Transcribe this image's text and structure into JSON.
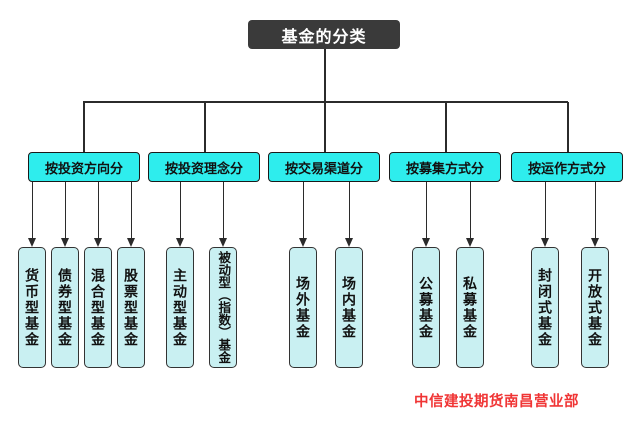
{
  "root": {
    "label": "基金的分类"
  },
  "colors": {
    "root_bg": "#3a3a3a",
    "root_text": "#ffffff",
    "category_bg": "#2eeded",
    "leaf_bg": "#c9f0f2",
    "line": "#2b2b2b",
    "caption_red": "#f03535"
  },
  "groups": [
    {
      "label": "按投资方向分",
      "children": [
        {
          "label": "货币型基金"
        },
        {
          "label": "债券型基金"
        },
        {
          "label": "混合型基金"
        },
        {
          "label": "股票型基金"
        }
      ]
    },
    {
      "label": "按投资理念分",
      "children": [
        {
          "label": "主动型基金"
        },
        {
          "label": "被动型（指数）基金"
        }
      ]
    },
    {
      "label": "按交易渠道分",
      "children": [
        {
          "label": "场外基金"
        },
        {
          "label": "场内基金"
        }
      ]
    },
    {
      "label": "按募集方式分",
      "children": [
        {
          "label": "公募基金"
        },
        {
          "label": "私募基金"
        }
      ]
    },
    {
      "label": "按运作方式分",
      "children": [
        {
          "label": "封闭式基金"
        },
        {
          "label": "开放式基金"
        }
      ]
    }
  ],
  "caption": {
    "label": "中信建投期货南昌营业部"
  }
}
